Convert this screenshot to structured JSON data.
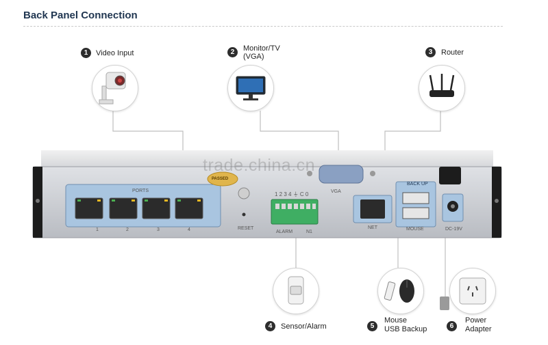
{
  "title": "Back Panel Connection",
  "watermark": "trade.china.cn",
  "callouts": [
    {
      "number": "1",
      "label": "Video Input",
      "icon": "camera-icon"
    },
    {
      "number": "2",
      "label": "Monitor/TV",
      "label2": "(VGA)",
      "icon": "monitor-icon"
    },
    {
      "number": "3",
      "label": "Router",
      "icon": "router-icon"
    },
    {
      "number": "4",
      "label": "Sensor/Alarm",
      "icon": "sensor-icon"
    },
    {
      "number": "5",
      "label": "Mouse",
      "label2": "USB Backup",
      "icon": "mouse-usb-icon"
    },
    {
      "number": "6",
      "label": "Power",
      "label2": "Adapter",
      "icon": "power-outlet-icon"
    }
  ],
  "panel": {
    "ports_label": "PORTS",
    "port_numbers": [
      "1",
      "2",
      "3",
      "4"
    ],
    "passed_badge": "PASSED",
    "reset_label": "RESET",
    "alarm_pins": "1 2 3 4 ⏚ C 0",
    "alarm_label": "ALARM",
    "in_label": "N1",
    "vga_label": "VGA",
    "net_label": "NET",
    "backup_label": "BACK UP",
    "mouse_label": "MOUSE",
    "dc_label": "DC-19V"
  },
  "colors": {
    "title": "#1f3550",
    "panel": "#c9cbd1",
    "port_bg": "#a9c5e0",
    "terminal": "#3fae63"
  }
}
